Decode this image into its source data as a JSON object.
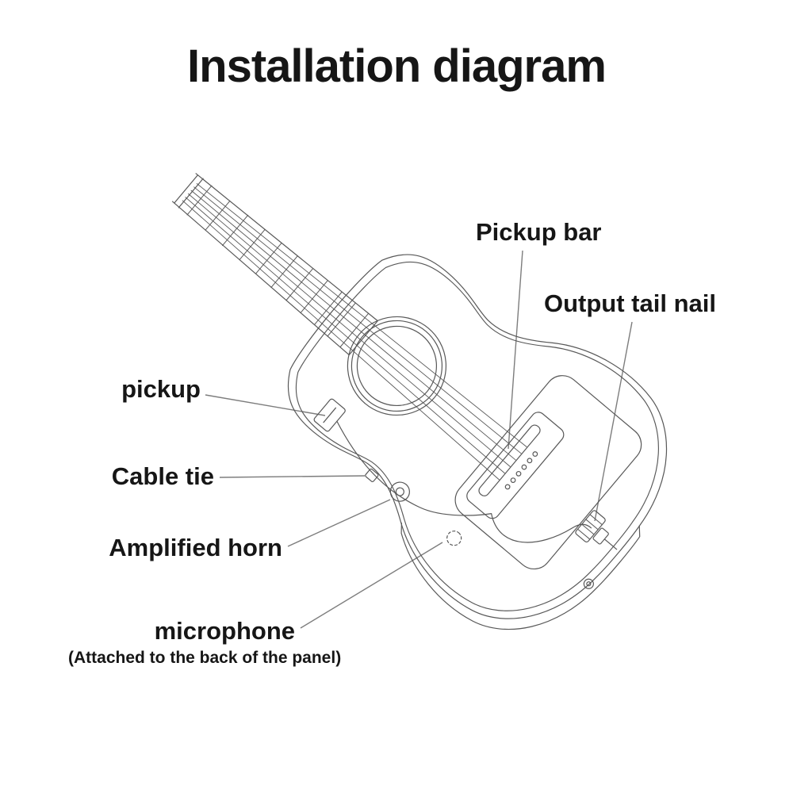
{
  "title": "Installation diagram",
  "diagram": {
    "subject": "acoustic-guitar-pickup-installation-line-drawing",
    "labels": {
      "pickup_bar": "Pickup bar",
      "output_tail_nail": "Output tail nail",
      "pickup": "pickup",
      "cable_tie": "Cable tie",
      "amplified_horn": "Amplified horn",
      "microphone": "microphone",
      "microphone_note": "(Attached to the back of the panel)"
    },
    "colors": {
      "background": "#ffffff",
      "line": "#585858",
      "leader": "#7d7d7d",
      "text": "#161616"
    }
  }
}
